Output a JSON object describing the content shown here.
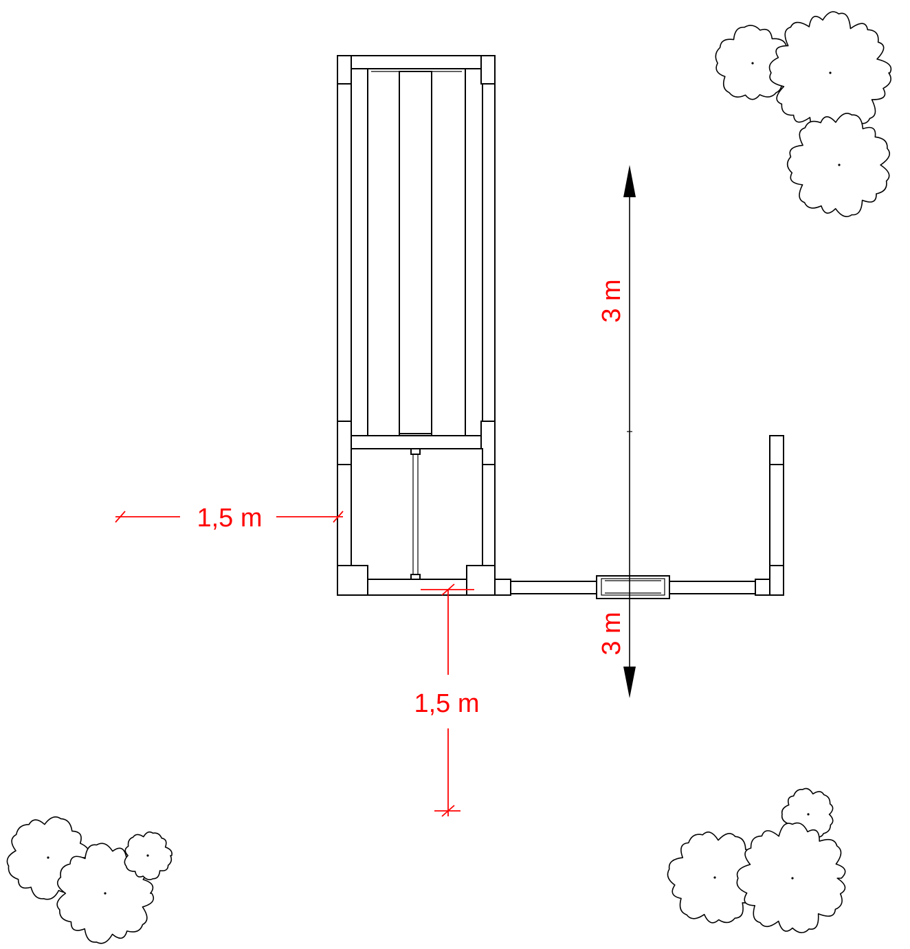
{
  "colors": {
    "dimension": "#ff0000",
    "safety_zone": "#d8c08a",
    "equipment": "#000000",
    "background": "#ffffff"
  },
  "dimensions": {
    "left_clearance": "1,5 m",
    "bottom_clearance": "1,5 m",
    "swing_up": "3 m",
    "swing_down": "3 m"
  }
}
